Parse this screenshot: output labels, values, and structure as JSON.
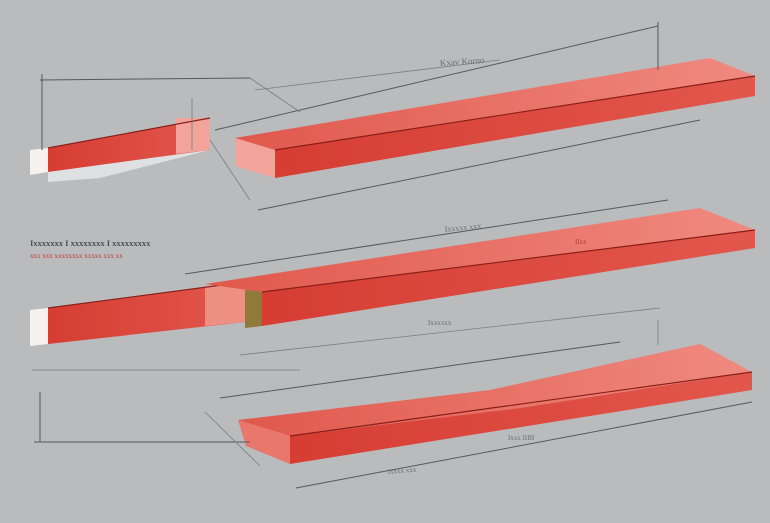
{
  "diagram": {
    "background_color": "#b9bbbd",
    "beam_colors": {
      "top": "#e86a5f",
      "front": "#d9443a",
      "end": "#f2a39a",
      "edge": "#8a1f1a"
    },
    "beam1": {
      "top_label": "Kxav Korno"
    },
    "beam2": {
      "heading_line1": "Ixxxxxxx I xxxxxxxx I xxxxxxxxx",
      "heading_line2": "xxx xxx xxxxxxxx xxxxx xxx xx",
      "top_label": "Ixxxxx xxx",
      "face_label": "IIxx",
      "bottom_label": "Ixxxxxx"
    },
    "beam3": {
      "label": "Ixxx IIIII",
      "bottom_label": "Ixxxx xxx"
    }
  }
}
